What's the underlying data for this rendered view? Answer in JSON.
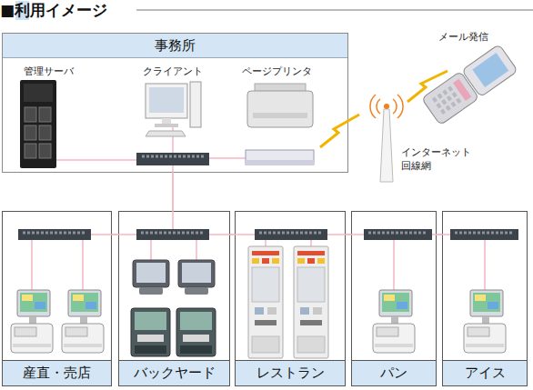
{
  "diagram": {
    "title": "■利用イメージ",
    "nodes": [
      {
        "text": [
          "事務所"
        ]
      },
      {
        "text": [
          "産直・売店"
        ]
      },
      {
        "text": [
          "バックヤード"
        ]
      },
      {
        "text": [
          "レストラン"
        ]
      },
      {
        "text": [
          "パン"
        ]
      },
      {
        "text": [
          "アイス"
        ]
      }
    ],
    "edges": [
      {
        "from": 0,
        "to": 2,
        "arrow": "none"
      },
      {
        "from": 1,
        "to": 2,
        "arrow": "none"
      },
      {
        "from": 2,
        "to": 3,
        "arrow": "none"
      },
      {
        "from": 3,
        "to": 4,
        "arrow": "none"
      },
      {
        "from": 4,
        "to": 5,
        "arrow": "none"
      }
    ],
    "labels": [
      "管理サーバ",
      "クライアント",
      "ページプリンタ",
      "メール発信",
      "インターネット 回線網"
    ]
  }
}
